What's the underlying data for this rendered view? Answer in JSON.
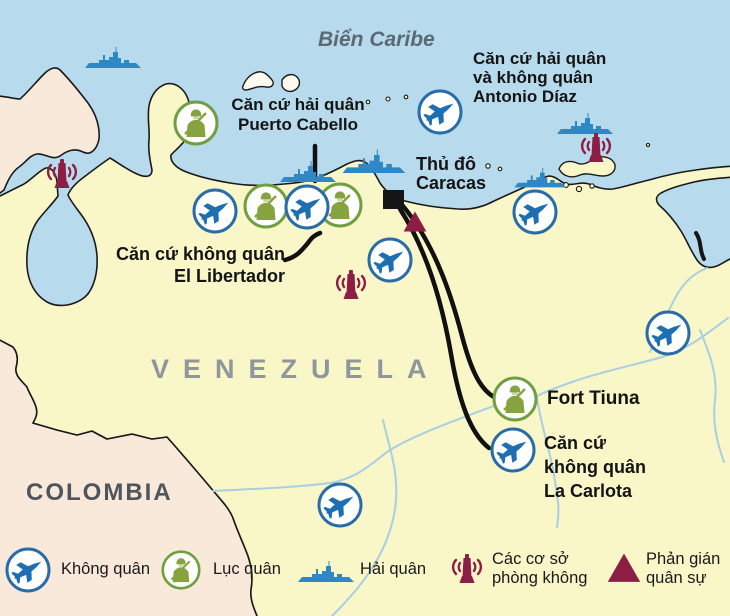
{
  "map": {
    "sea_label": "Biển Caribe",
    "country_labels": {
      "venezuela": "VENEZUELA",
      "colombia": "COLOMBIA"
    },
    "bases": {
      "antonio_diaz": {
        "lines": [
          "Căn cứ hải quân",
          "và không quân",
          "Antonio Díaz"
        ]
      },
      "puerto_cabello": {
        "lines": [
          "Căn cứ hải quân",
          "Puerto Cabello"
        ]
      },
      "caracas": {
        "lines": [
          "Thủ đô",
          "Caracas"
        ]
      },
      "el_libertador": {
        "lines": [
          "Căn cứ không quân",
          "El Libertador"
        ]
      },
      "fort_tiuna": {
        "label": "Fort Tiuna"
      },
      "la_carlota": {
        "lines": [
          "Căn cứ",
          "không quân",
          "La Carlota"
        ]
      }
    }
  },
  "legend": {
    "air_force": "Không quân",
    "army": "Lục quân",
    "navy": "Hải quân",
    "air_defense": {
      "lines": [
        "Các cơ sở",
        "phòng không"
      ]
    },
    "counterintelligence": {
      "lines": [
        "Phản gián",
        "quân sự"
      ]
    }
  },
  "icons": {
    "jet-icon": "fighter jet in blue circle = air force",
    "soldier-icon": "soldier in green circle = army",
    "ship-icon": "blue warship silhouette = navy",
    "radar-icon": "maroon antenna with waves = air defense facility",
    "triangle-icon": "maroon triangle = military counterintelligence",
    "square-marker": "black square = capital Caracas"
  },
  "colors": {
    "sea": "#b7dbed",
    "venezuela_land": "#f9f6c8",
    "colombia_land": "#f8e9da",
    "river": "#a9cfe2",
    "jet_blue": "#1e6fb2",
    "ring_blue": "#2a6ca8",
    "ship_blue": "#2e88c5",
    "army_green": "#87a33f",
    "ring_green": "#6f9f3e",
    "maroon": "#8e1d46",
    "country_gray": "#8f969c"
  }
}
